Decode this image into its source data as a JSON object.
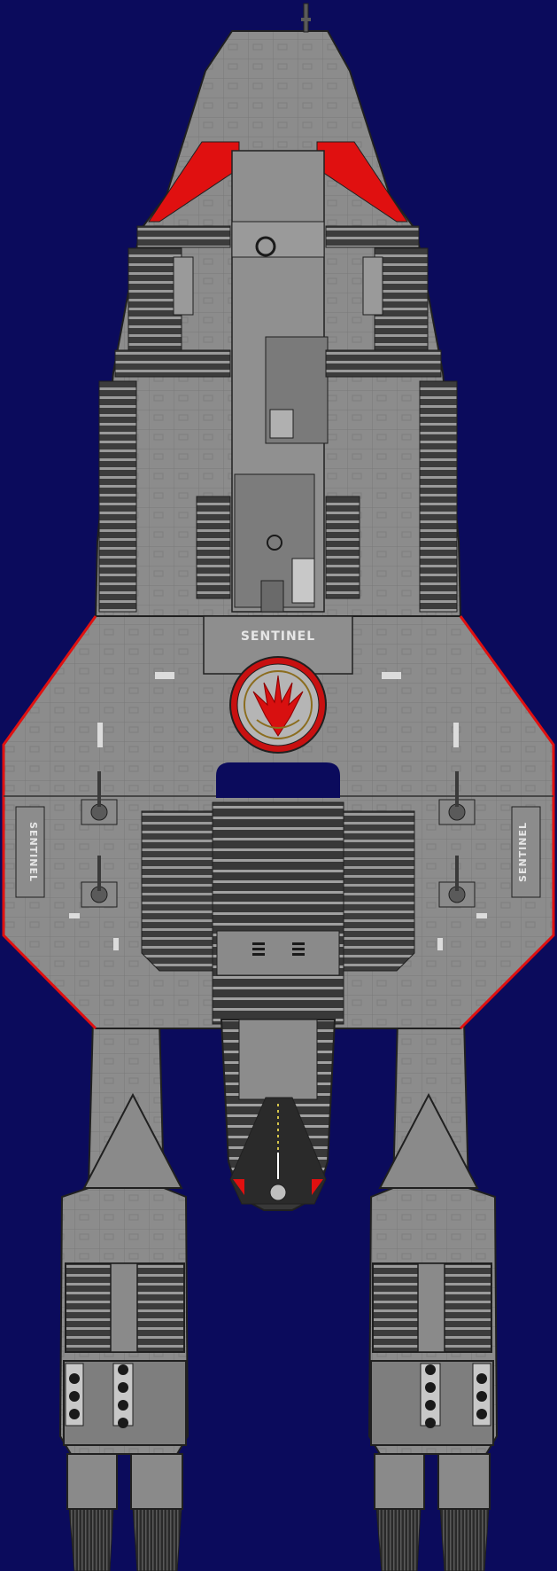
{
  "ship": {
    "name_label": "SENTINEL",
    "pod_label": "SENTINEL"
  },
  "colors": {
    "background": "#0b0b5c",
    "hull": "#8a8a8a",
    "hull_dark": "#4a4a4a",
    "accent": "#e01010",
    "outline": "#202020"
  },
  "icons": {
    "emblem": "colonial-phoenix-emblem",
    "turret": "gun-turret-icon"
  }
}
